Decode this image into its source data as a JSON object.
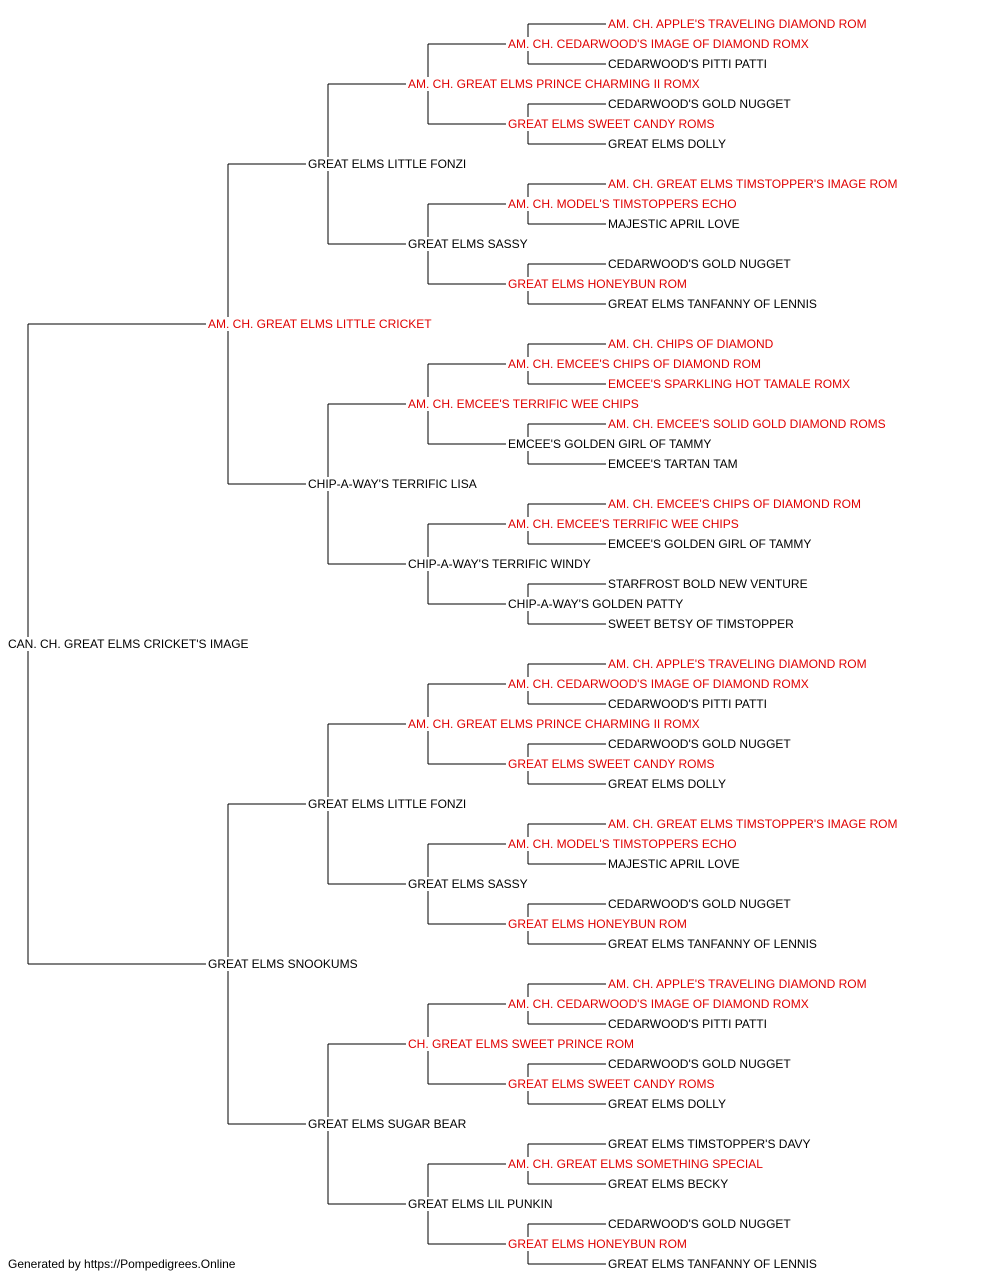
{
  "colors": {
    "champion": "#e00000",
    "regular": "#000000",
    "line": "#000000"
  },
  "footer": "Generated by https://Pompedigrees.Online",
  "pedigree": {
    "name": "CAN. CH. GREAT ELMS CRICKET'S IMAGE",
    "red": false,
    "sire": {
      "name": "AM. CH. GREAT ELMS LITTLE CRICKET",
      "red": true,
      "sire": {
        "name": "GREAT ELMS LITTLE FONZI",
        "red": false,
        "sire": {
          "name": "AM. CH. GREAT ELMS PRINCE CHARMING II ROMX",
          "red": true,
          "sire": {
            "name": "AM. CH. CEDARWOOD'S IMAGE OF DIAMOND ROMX",
            "red": true,
            "sire": {
              "name": "AM. CH. APPLE'S TRAVELING DIAMOND ROM",
              "red": true
            },
            "dam": {
              "name": "CEDARWOOD'S PITTI PATTI",
              "red": false
            }
          },
          "dam": {
            "name": "GREAT ELMS SWEET CANDY ROMS",
            "red": true,
            "sire": {
              "name": "CEDARWOOD'S GOLD NUGGET",
              "red": false
            },
            "dam": {
              "name": "GREAT ELMS DOLLY",
              "red": false
            }
          }
        },
        "dam": {
          "name": "GREAT ELMS SASSY",
          "red": false,
          "sire": {
            "name": "AM. CH. MODEL'S TIMSTOPPERS ECHO",
            "red": true,
            "sire": {
              "name": "AM. CH. GREAT ELMS TIMSTOPPER'S IMAGE ROM",
              "red": true
            },
            "dam": {
              "name": "MAJESTIC APRIL LOVE",
              "red": false
            }
          },
          "dam": {
            "name": "GREAT ELMS HONEYBUN ROM",
            "red": true,
            "sire": {
              "name": "CEDARWOOD'S GOLD NUGGET",
              "red": false
            },
            "dam": {
              "name": "GREAT ELMS TANFANNY OF LENNIS",
              "red": false
            }
          }
        }
      },
      "dam": {
        "name": "CHIP-A-WAY'S TERRIFIC LISA",
        "red": false,
        "sire": {
          "name": "AM. CH. EMCEE'S TERRIFIC WEE CHIPS",
          "red": true,
          "sire": {
            "name": "AM. CH. EMCEE'S CHIPS OF DIAMOND ROM",
            "red": true,
            "sire": {
              "name": "AM. CH. CHIPS OF DIAMOND",
              "red": true
            },
            "dam": {
              "name": "EMCEE'S SPARKLING HOT TAMALE ROMX",
              "red": true
            }
          },
          "dam": {
            "name": "EMCEE'S GOLDEN GIRL OF TAMMY",
            "red": false,
            "sire": {
              "name": "AM. CH. EMCEE'S SOLID GOLD DIAMOND ROMS",
              "red": true
            },
            "dam": {
              "name": "EMCEE'S TARTAN TAM",
              "red": false
            }
          }
        },
        "dam": {
          "name": "CHIP-A-WAY'S TERRIFIC WINDY",
          "red": false,
          "sire": {
            "name": "AM. CH. EMCEE'S TERRIFIC WEE CHIPS",
            "red": true,
            "sire": {
              "name": "AM. CH. EMCEE'S CHIPS OF DIAMOND ROM",
              "red": true
            },
            "dam": {
              "name": "EMCEE'S GOLDEN GIRL OF TAMMY",
              "red": false
            }
          },
          "dam": {
            "name": "CHIP-A-WAY'S GOLDEN PATTY",
            "red": false,
            "sire": {
              "name": "STARFROST BOLD NEW VENTURE",
              "red": false
            },
            "dam": {
              "name": "SWEET BETSY OF TIMSTOPPER",
              "red": false
            }
          }
        }
      }
    },
    "dam": {
      "name": "GREAT ELMS SNOOKUMS",
      "red": false,
      "sire": {
        "name": "GREAT ELMS LITTLE FONZI",
        "red": false,
        "sire": {
          "name": "AM. CH. GREAT ELMS PRINCE CHARMING II ROMX",
          "red": true,
          "sire": {
            "name": "AM. CH. CEDARWOOD'S IMAGE OF DIAMOND ROMX",
            "red": true,
            "sire": {
              "name": "AM. CH. APPLE'S TRAVELING DIAMOND ROM",
              "red": true
            },
            "dam": {
              "name": "CEDARWOOD'S PITTI PATTI",
              "red": false
            }
          },
          "dam": {
            "name": "GREAT ELMS SWEET CANDY ROMS",
            "red": true,
            "sire": {
              "name": "CEDARWOOD'S GOLD NUGGET",
              "red": false
            },
            "dam": {
              "name": "GREAT ELMS DOLLY",
              "red": false
            }
          }
        },
        "dam": {
          "name": "GREAT ELMS SASSY",
          "red": false,
          "sire": {
            "name": "AM. CH. MODEL'S TIMSTOPPERS ECHO",
            "red": true,
            "sire": {
              "name": "AM. CH. GREAT ELMS TIMSTOPPER'S IMAGE ROM",
              "red": true
            },
            "dam": {
              "name": "MAJESTIC APRIL LOVE",
              "red": false
            }
          },
          "dam": {
            "name": "GREAT ELMS HONEYBUN ROM",
            "red": true,
            "sire": {
              "name": "CEDARWOOD'S GOLD NUGGET",
              "red": false
            },
            "dam": {
              "name": "GREAT ELMS TANFANNY OF LENNIS",
              "red": false
            }
          }
        }
      },
      "dam": {
        "name": "GREAT ELMS SUGAR BEAR",
        "red": false,
        "sire": {
          "name": "CH. GREAT ELMS SWEET PRINCE ROM",
          "red": true,
          "sire": {
            "name": "AM. CH. CEDARWOOD'S IMAGE OF DIAMOND ROMX",
            "red": true,
            "sire": {
              "name": "AM. CH. APPLE'S TRAVELING DIAMOND ROM",
              "red": true
            },
            "dam": {
              "name": "CEDARWOOD'S PITTI PATTI",
              "red": false
            }
          },
          "dam": {
            "name": "GREAT ELMS SWEET CANDY ROMS",
            "red": true,
            "sire": {
              "name": "CEDARWOOD'S GOLD NUGGET",
              "red": false
            },
            "dam": {
              "name": "GREAT ELMS DOLLY",
              "red": false
            }
          }
        },
        "dam": {
          "name": "GREAT ELMS LIL PUNKIN",
          "red": false,
          "sire": {
            "name": "AM. CH. GREAT ELMS SOMETHING SPECIAL",
            "red": true,
            "sire": {
              "name": "GREAT ELMS TIMSTOPPER'S DAVY",
              "red": false
            },
            "dam": {
              "name": "GREAT ELMS BECKY",
              "red": false
            }
          },
          "dam": {
            "name": "GREAT ELMS HONEYBUN ROM",
            "red": true,
            "sire": {
              "name": "CEDARWOOD'S GOLD NUGGET",
              "red": false
            },
            "dam": {
              "name": "GREAT ELMS TANFANNY OF LENNIS",
              "red": false
            }
          }
        }
      }
    }
  }
}
